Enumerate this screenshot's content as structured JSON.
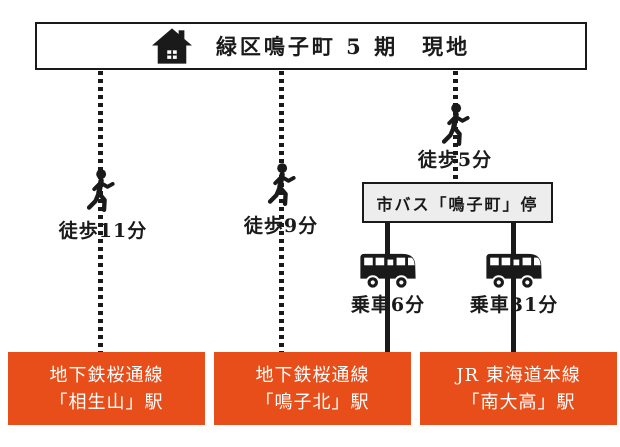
{
  "diagram": {
    "site_label": "緑区鳴子町 5 期　現地",
    "walks": [
      {
        "label": "徒歩11分"
      },
      {
        "label": "徒歩9分"
      },
      {
        "label": "徒歩5分"
      }
    ],
    "bus_stop_label": "市バス「鳴子町」停",
    "rides": [
      {
        "label": "乗車6分"
      },
      {
        "label": "乗車31分"
      }
    ],
    "stations": [
      {
        "line": "地下鉄桜通線",
        "name": "「相生山」駅"
      },
      {
        "line": "地下鉄桜通線",
        "name": "「鳴子北」駅"
      },
      {
        "line": "JR 東海道本線",
        "name": "「南大高」駅"
      }
    ],
    "icons": {
      "site": "house-icon",
      "walk": "walking-person-icon",
      "ride": "bus-icon"
    },
    "colors": {
      "station_bg": "#e84e1a",
      "station_text": "#ffffff",
      "ink": "#1a1a1a",
      "bus_stop_bg": "#ededed"
    }
  }
}
